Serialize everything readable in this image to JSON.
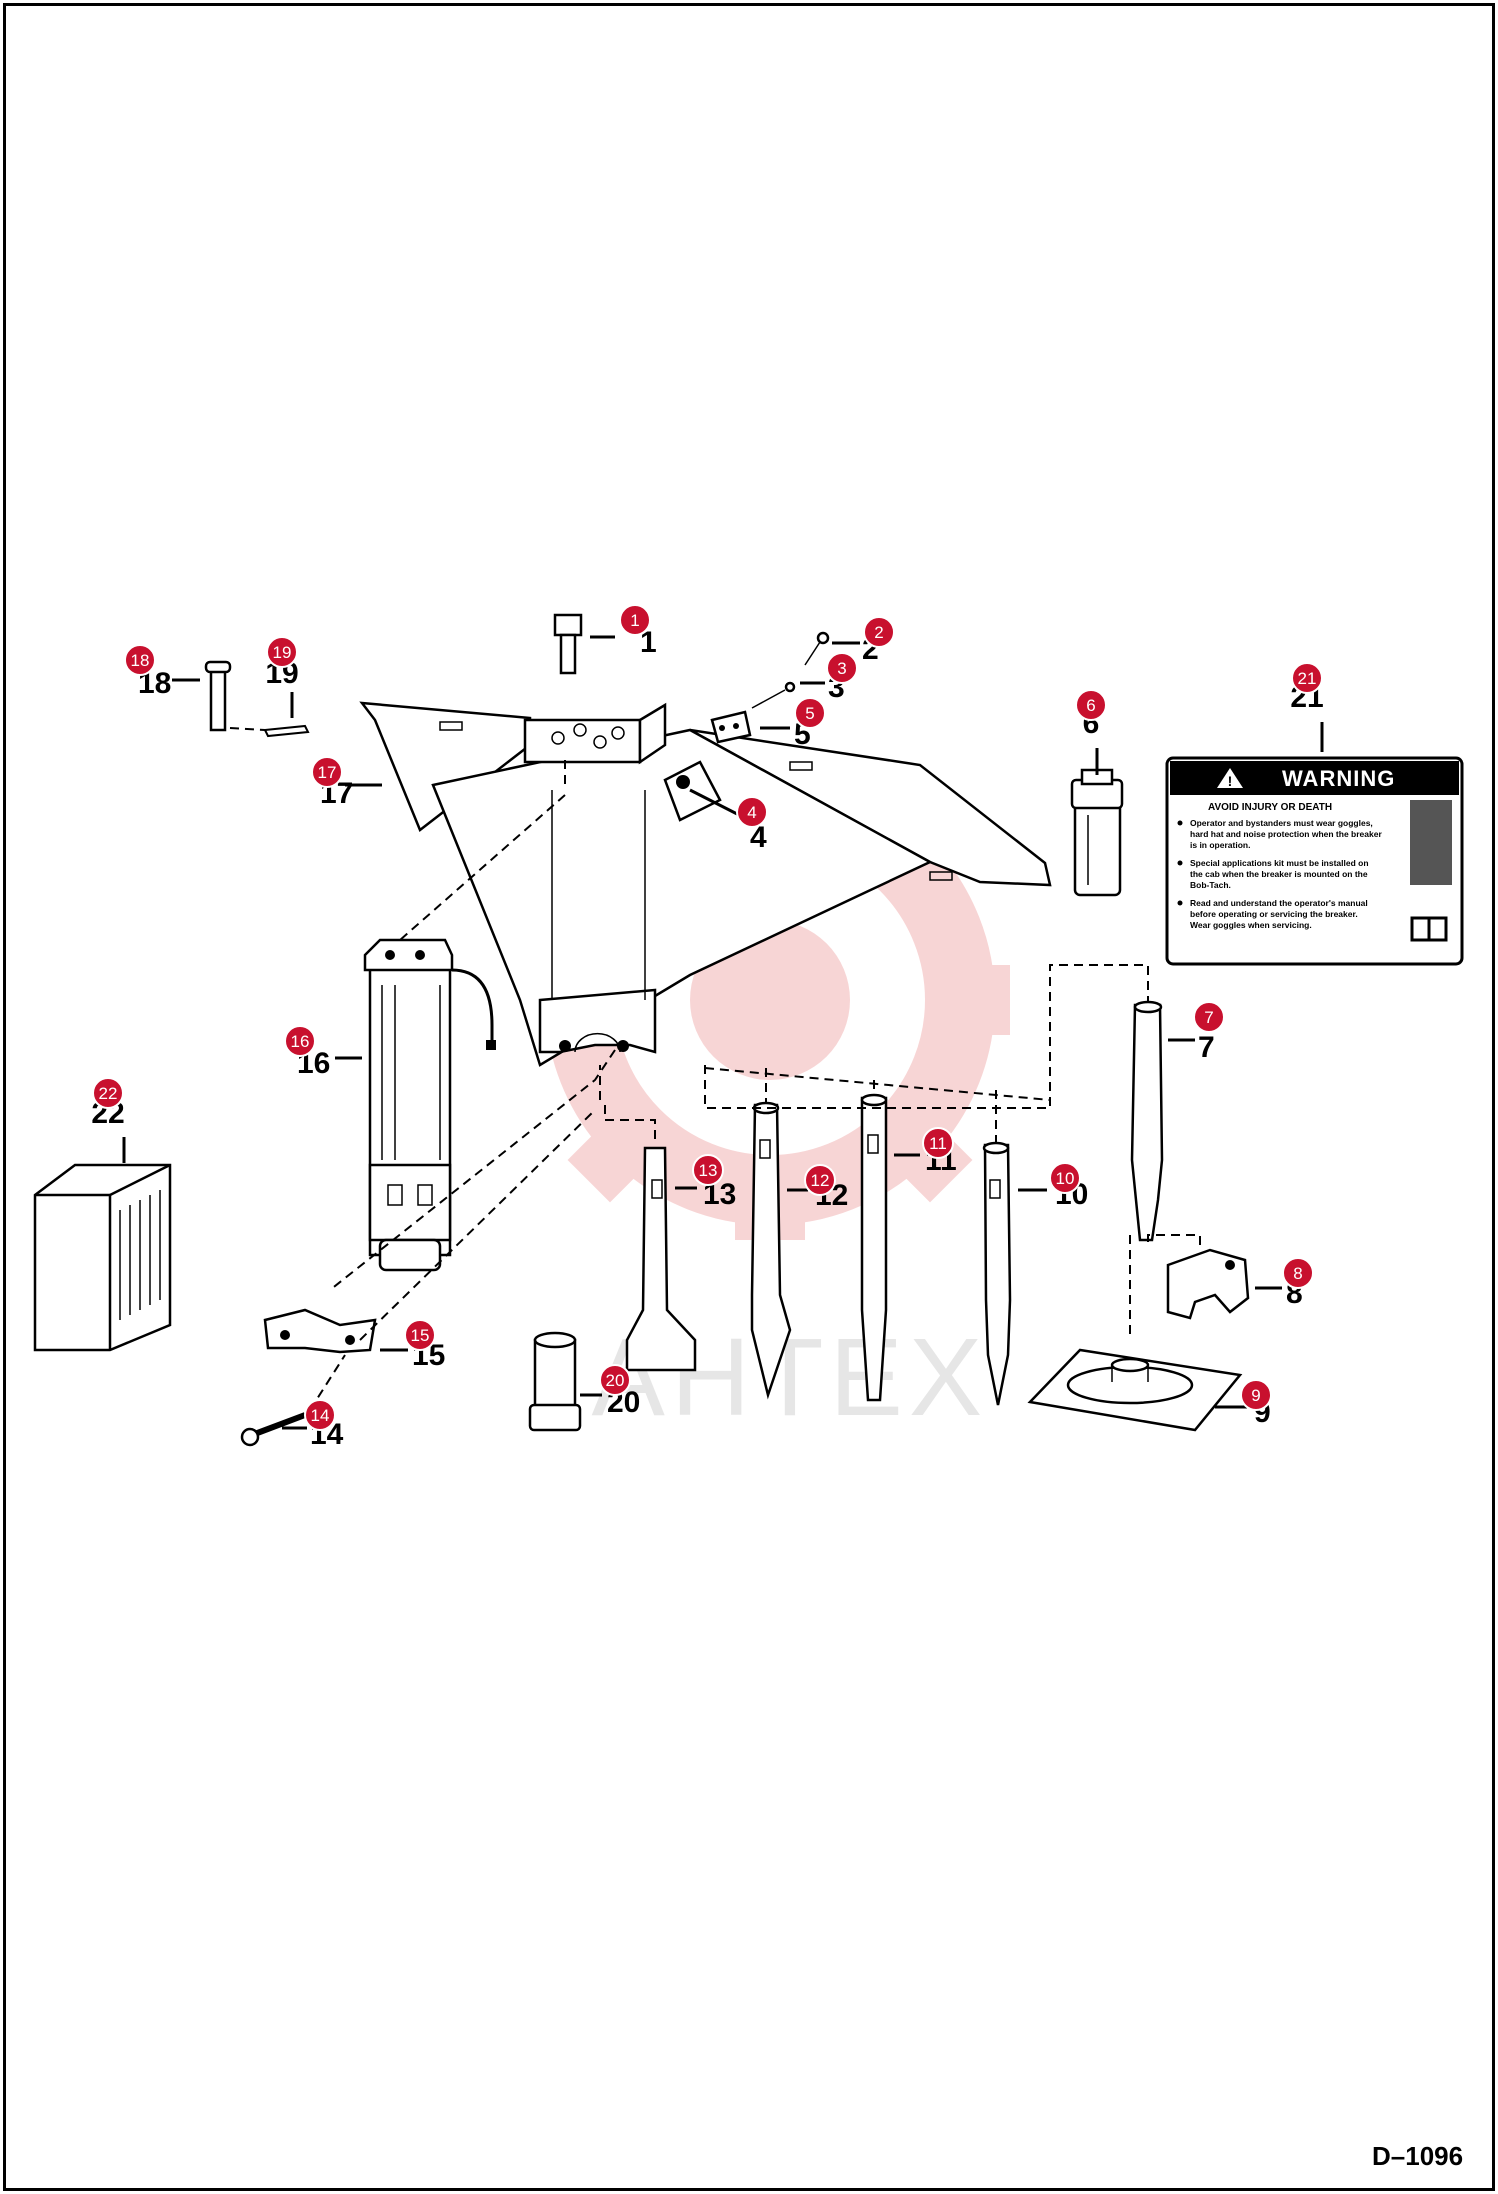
{
  "drawing_code": "D–1096",
  "watermark_text": "IAHTEX",
  "warning_decal": {
    "heading": "WARNING",
    "subheading": "AVOID INJURY OR DEATH",
    "bullets": [
      "Operator and bystanders must wear goggles, hard hat and noise protection when the breaker is in operation.",
      "Special applications kit must be installed on the cab when the breaker is mounted on the Bob-Tach.",
      "Read and understand the operator's manual before operating or servicing the breaker. Wear goggles when servicing."
    ]
  },
  "callouts": [
    {
      "label": "1",
      "badge": "1"
    },
    {
      "label": "2",
      "badge": "2"
    },
    {
      "label": "3",
      "badge": "3"
    },
    {
      "label": "4",
      "badge": "4"
    },
    {
      "label": "5",
      "badge": "5"
    },
    {
      "label": "6",
      "badge": "6"
    },
    {
      "label": "7",
      "badge": "7"
    },
    {
      "label": "8",
      "badge": "8"
    },
    {
      "label": "9",
      "badge": "9"
    },
    {
      "label": "10",
      "badge": "10"
    },
    {
      "label": "11",
      "badge": "11"
    },
    {
      "label": "12",
      "badge": "12"
    },
    {
      "label": "13",
      "badge": "13"
    },
    {
      "label": "14",
      "badge": "14"
    },
    {
      "label": "15",
      "badge": "15"
    },
    {
      "label": "16",
      "badge": "16"
    },
    {
      "label": "17",
      "badge": "17"
    },
    {
      "label": "18",
      "badge": "18"
    },
    {
      "label": "19",
      "badge": "19"
    },
    {
      "label": "20",
      "badge": "20"
    },
    {
      "label": "21",
      "badge": "21"
    },
    {
      "label": "22",
      "badge": "22"
    }
  ],
  "colors": {
    "badge": "#c8102e",
    "watermark": "#f2b3b3",
    "line": "#000000"
  }
}
